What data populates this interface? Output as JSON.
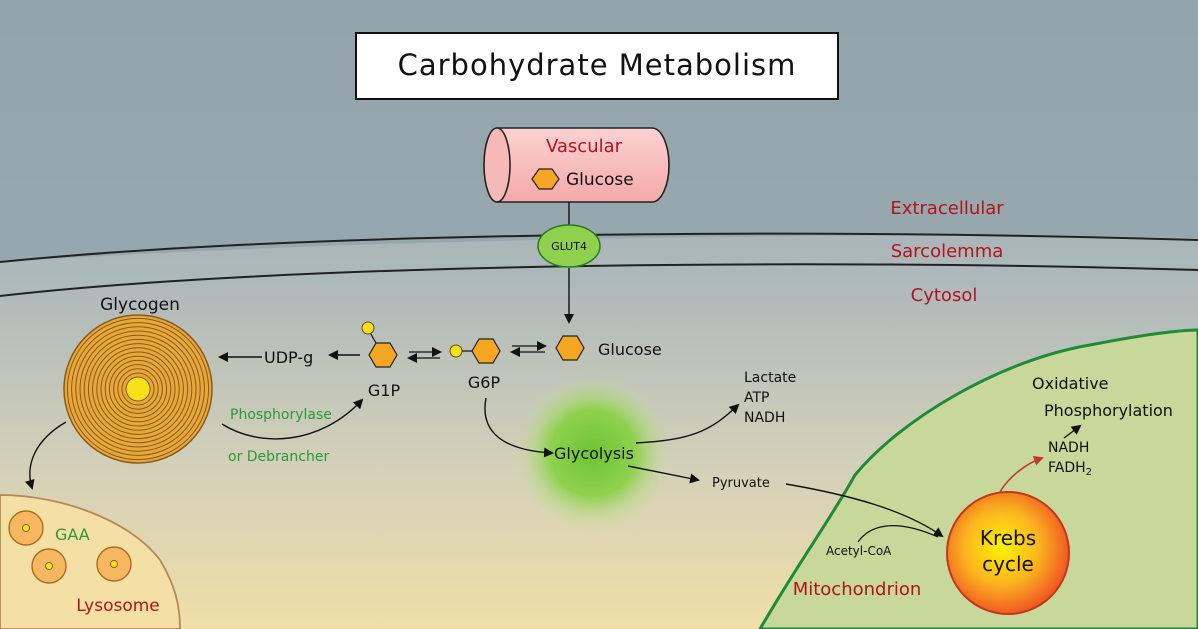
{
  "title": "Carbohydrate Metabolism",
  "regions": {
    "extracellular": "Extracellular",
    "sarcolemma": "Sarcolemma",
    "cytosol": "Cytosol",
    "mitochondrion": "Mitochondrion",
    "lysosome": "Lysosome"
  },
  "vascular": {
    "label": "Vascular",
    "glucose": "Glucose"
  },
  "transporter": "GLUT4",
  "glycogen": "Glycogen",
  "molecules": {
    "udp_g": "UDP-g",
    "g1p": "G1P",
    "g6p": "G6P",
    "glucose": "Glucose",
    "pyruvate": "Pyruvate",
    "acetyl_coa": "Acetyl-CoA",
    "lactate": "Lactate",
    "atp": "ATP",
    "nadh": "NADH",
    "nadh2": "NADH",
    "fadh2": "FADH",
    "fadh2_sub": "2"
  },
  "enzymes": {
    "phosphorylase": "Phosphorylase",
    "debrancher": "or Debrancher",
    "gaa": "GAA"
  },
  "processes": {
    "glycolysis": "Glycolysis",
    "krebs_line1": "Krebs",
    "krebs_line2": "cycle",
    "oxphos_line1": "Oxidative",
    "oxphos_line2": "Phosphorylation"
  },
  "colors": {
    "title_box": "#ffffff",
    "label_red": "#b3131b",
    "enzyme_green": "#2a9a3a",
    "glucose_hexagon": "#f5a623",
    "phosphate": "#f7e11a",
    "glut4": "#8fd14f",
    "vessel": "#f9c1c1",
    "mitochondrion": "#c7d89a",
    "mito_border": "#1e8a3a",
    "lysosome": "#f4e0a4",
    "glycogen": "#e8a73a",
    "krebs": "#f27a22"
  }
}
